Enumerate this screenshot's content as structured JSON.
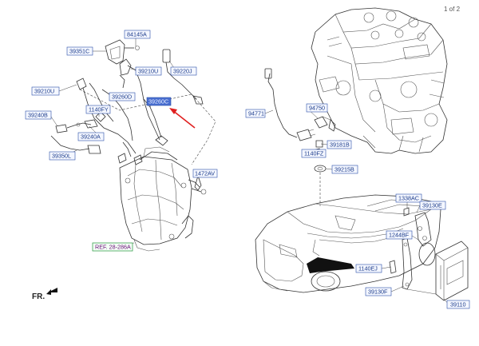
{
  "page_indicator": "1 of 2",
  "front_marker": "FR.",
  "callouts": {
    "c84145A": "84145A",
    "c39351C": "39351C",
    "c39210U_top": "39210U",
    "c39220J": "39220J",
    "c39210U_left": "39210U",
    "c39260D": "39260D",
    "c39260C": "39260C",
    "c1140FY": "1140FY",
    "c39240B": "39240B",
    "c39240A": "39240A",
    "c39350L": "39350L",
    "c1472AV": "1472AV",
    "ref": "REF. 28-286A",
    "c94771": "94771",
    "c94750": "94750",
    "c39181B": "39181B",
    "c1140FZ": "1140FZ",
    "c39215B": "39215B",
    "c1338AC": "1338AC",
    "c39130E": "39130E",
    "c1244BF": "1244BF",
    "c1140EJ": "1140EJ",
    "c39130F": "39130F",
    "c39110": "39110"
  },
  "colors": {
    "label_text": "#1a3a8a",
    "label_box": "#2a4fa8",
    "label_fill": "#f4f7ff",
    "highlight_fill": "#4a6fd0",
    "ref_text": "#6a0a7a",
    "ref_box": "#3aa050",
    "arrow": "#e02020"
  }
}
